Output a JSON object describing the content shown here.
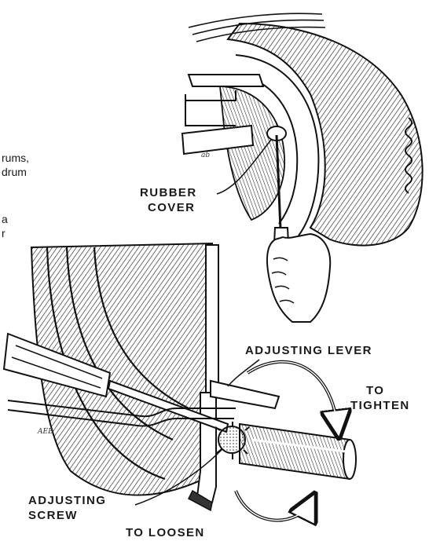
{
  "figure": {
    "text_fragments": [
      "rums,",
      "drum",
      "a",
      "r"
    ],
    "signature_top": "ab",
    "signature_bottom": "AEB"
  },
  "labels": {
    "rubber_cover_line1": "RUBBER",
    "rubber_cover_line2": "COVER",
    "adjusting_lever": "ADJUSTING LEVER",
    "to_tighten_line1": "TO",
    "to_tighten_line2": "TIGHTEN",
    "adjusting_screw_line1": "ADJUSTING",
    "adjusting_screw_line2": "SCREW",
    "to_loosen": "TO LOOSEN"
  },
  "colors": {
    "ink": "#1a1a1a",
    "paper": "#ffffff"
  }
}
